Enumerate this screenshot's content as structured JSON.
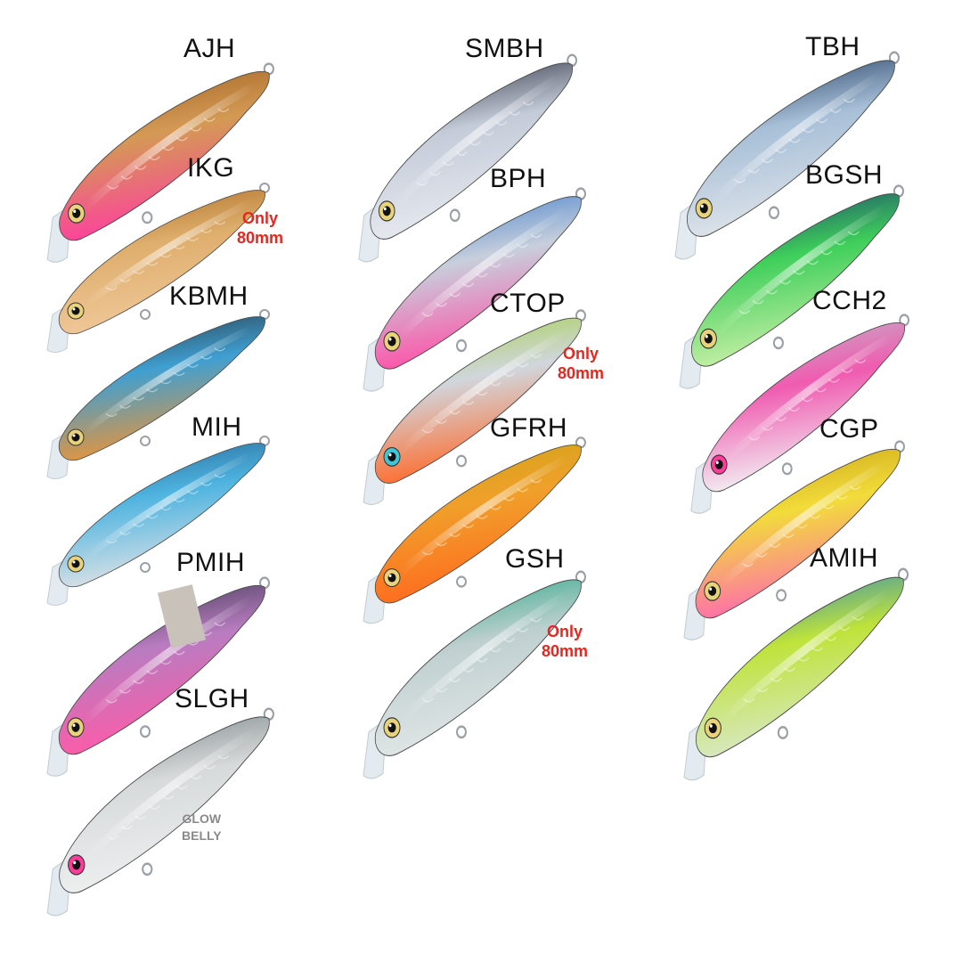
{
  "colors": {
    "label_text": "#111111",
    "note_text": "#e8261f",
    "glow_text": "#8a8a8a",
    "patch": "#c9c2bb",
    "lip": "#dfe7ee",
    "hardware": "#9aa0a6"
  },
  "lures": [
    {
      "code": "AJH",
      "back": "#9a5a1c",
      "mid": "#d49a54",
      "belly": "#ff3ea0",
      "eye": "#e8d27a"
    },
    {
      "code": "IKG",
      "back": "#a8661c",
      "mid": "#deae6c",
      "belly": "#f0c89a",
      "eye": "#e8d27a",
      "note": [
        "Only",
        "80mm"
      ]
    },
    {
      "code": "KBMH",
      "back": "#27313c",
      "mid": "#3f9fd1",
      "belly": "#e8943a",
      "eye": "#e8d27a"
    },
    {
      "code": "MIH",
      "back": "#1f5d8c",
      "mid": "#4fb4e0",
      "belly": "#dde2e6",
      "eye": "#e8d27a"
    },
    {
      "code": "PMIH",
      "back": "#2c3144",
      "mid": "#b97cc0",
      "belly": "#ff5aa8",
      "eye": "#e8d27a"
    },
    {
      "code": "SLGH",
      "back": "#6f7a7c",
      "mid": "#d7dadb",
      "belly": "#eef0f0",
      "eye": "#ff3c9a",
      "glow": [
        "GLOW",
        "BELLY"
      ]
    },
    {
      "code": "SMBH",
      "back": "#151a2a",
      "mid": "#c4cbd8",
      "belly": "#e7eaf0",
      "eye": "#e8d27a"
    },
    {
      "code": "BPH",
      "back": "#2f73c9",
      "mid": "#c7cfdc",
      "belly": "#ff4fa6",
      "eye": "#e8d27a"
    },
    {
      "code": "CTOP",
      "back": "#9ccf32",
      "mid": "#d1d6dd",
      "belly": "#ff6a2a",
      "eye": "#3fc7d8",
      "note": [
        "Only",
        "80mm"
      ]
    },
    {
      "code": "GFRH",
      "back": "#c9a514",
      "mid": "#f0a02a",
      "belly": "#ff6a1f",
      "eye": "#e8d27a"
    },
    {
      "code": "GSH",
      "back": "#14a27a",
      "mid": "#bfcfd0",
      "belly": "#e1e6e6",
      "eye": "#e8d27a",
      "note": [
        "Only",
        "80mm"
      ]
    },
    {
      "code": "TBH",
      "back": "#0f2a52",
      "mid": "#a7bfd7",
      "belly": "#dfe4ea",
      "eye": "#e8d27a"
    },
    {
      "code": "BGSH",
      "back": "#16326f",
      "mid": "#3fcf5a",
      "belly": "#c9f0a8",
      "eye": "#e8d27a"
    },
    {
      "code": "CCH2",
      "back": "#b9c3ca",
      "mid": "#f05bb0",
      "belly": "#f2f4f5",
      "eye": "#ff3c9a"
    },
    {
      "code": "CGP",
      "back": "#c59c14",
      "mid": "#f2dc3a",
      "belly": "#ff6ab0",
      "eye": "#e8d27a"
    },
    {
      "code": "AMIH",
      "back": "#1f7fc7",
      "mid": "#bfe33a",
      "belly": "#d9e8c8",
      "eye": "#e8d27a"
    }
  ]
}
